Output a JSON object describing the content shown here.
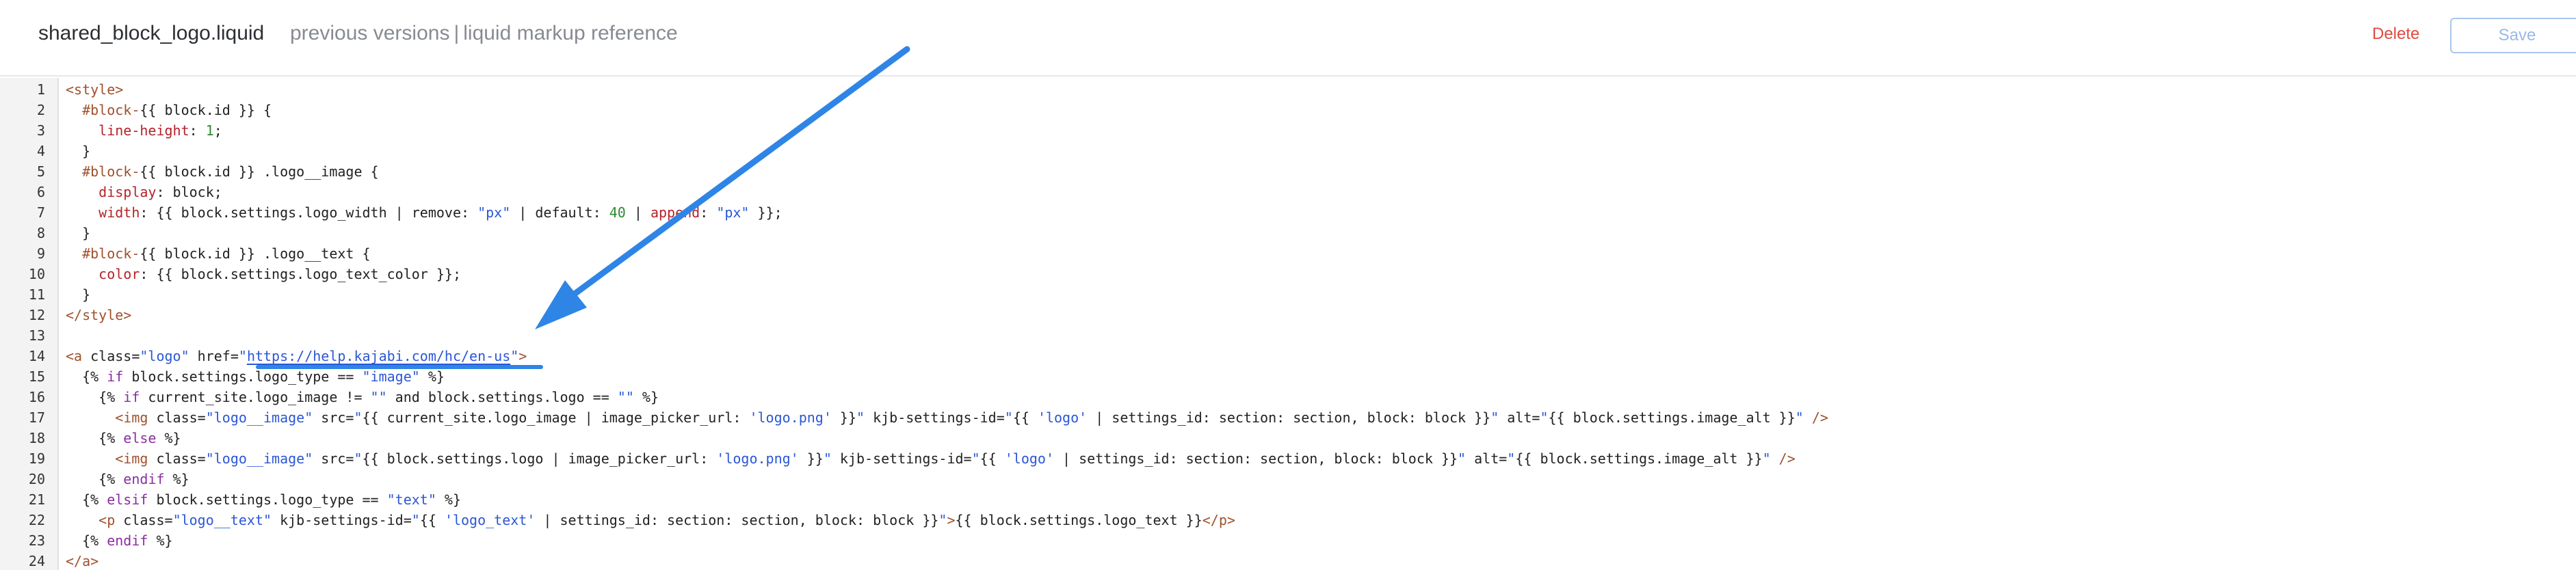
{
  "header": {
    "file_title": "shared_block_logo.liquid",
    "previous_versions": "previous versions",
    "separator": "|",
    "markup_reference": "liquid markup reference",
    "delete_label": "Delete",
    "save_label": "Save"
  },
  "lines": [
    {
      "n": "1",
      "parts": [
        [
          "tag",
          "<style>"
        ]
      ]
    },
    {
      "n": "2",
      "parts": [
        [
          "",
          "  "
        ],
        [
          "tag",
          "#block-"
        ],
        [
          "",
          "{{ block.id }} {"
        ]
      ]
    },
    {
      "n": "3",
      "parts": [
        [
          "",
          "    "
        ],
        [
          "prop",
          "line-height"
        ],
        [
          "",
          ": "
        ],
        [
          "num",
          "1"
        ],
        [
          "",
          ";"
        ]
      ]
    },
    {
      "n": "4",
      "parts": [
        [
          "",
          "  }"
        ]
      ]
    },
    {
      "n": "5",
      "parts": [
        [
          "",
          "  "
        ],
        [
          "tag",
          "#block-"
        ],
        [
          "",
          "{{ block.id }} .logo__image {"
        ]
      ]
    },
    {
      "n": "6",
      "parts": [
        [
          "",
          "    "
        ],
        [
          "prop",
          "display"
        ],
        [
          "",
          ": block;"
        ]
      ]
    },
    {
      "n": "7",
      "parts": [
        [
          "",
          "    "
        ],
        [
          "prop",
          "width"
        ],
        [
          "",
          ": {{ block.settings.logo_width | remove: "
        ],
        [
          "str",
          "\"px\""
        ],
        [
          "",
          " | default: "
        ],
        [
          "num",
          "40"
        ],
        [
          "",
          " | "
        ],
        [
          "prop",
          "append"
        ],
        [
          "",
          ": "
        ],
        [
          "str",
          "\"px\""
        ],
        [
          "",
          " }};"
        ]
      ]
    },
    {
      "n": "8",
      "parts": [
        [
          "",
          "  }"
        ]
      ]
    },
    {
      "n": "9",
      "parts": [
        [
          "",
          "  "
        ],
        [
          "tag",
          "#block-"
        ],
        [
          "",
          "{{ block.id }} .logo__text {"
        ]
      ]
    },
    {
      "n": "10",
      "parts": [
        [
          "",
          "    "
        ],
        [
          "prop",
          "color"
        ],
        [
          "",
          ": {{ block.settings.logo_text_color }};"
        ]
      ]
    },
    {
      "n": "11",
      "parts": [
        [
          "",
          "  }"
        ]
      ]
    },
    {
      "n": "12",
      "parts": [
        [
          "tag",
          "</style>"
        ]
      ]
    },
    {
      "n": "13",
      "parts": [
        [
          "",
          ""
        ]
      ]
    },
    {
      "n": "14",
      "parts": [
        [
          "tag",
          "<a"
        ],
        [
          "",
          " class="
        ],
        [
          "str",
          "\"logo\""
        ],
        [
          "",
          " href="
        ],
        [
          "str",
          "\""
        ],
        [
          "url",
          "https://help.kajabi.com/hc/en-us"
        ],
        [
          "str",
          "\""
        ],
        [
          "tag",
          ">"
        ]
      ]
    },
    {
      "n": "15",
      "parts": [
        [
          "",
          "  {% "
        ],
        [
          "kw",
          "if"
        ],
        [
          "",
          " block.settings.logo_type == "
        ],
        [
          "str",
          "\"image\""
        ],
        [
          "",
          " %}"
        ]
      ]
    },
    {
      "n": "16",
      "parts": [
        [
          "",
          "    {% "
        ],
        [
          "kw",
          "if"
        ],
        [
          "",
          " current_site.logo_image != "
        ],
        [
          "str",
          "\"\""
        ],
        [
          "",
          " and block.settings.logo == "
        ],
        [
          "str",
          "\"\""
        ],
        [
          "",
          " %}"
        ]
      ]
    },
    {
      "n": "17",
      "parts": [
        [
          "",
          "      "
        ],
        [
          "tag",
          "<img"
        ],
        [
          "",
          " class="
        ],
        [
          "str",
          "\"logo__image\""
        ],
        [
          "",
          " src="
        ],
        [
          "str",
          "\""
        ],
        [
          "",
          "{{ current_site.logo_image | image_picker_url: "
        ],
        [
          "str",
          "'logo.png'"
        ],
        [
          "",
          " }}"
        ],
        [
          "str",
          "\""
        ],
        [
          "",
          " kjb-settings-id="
        ],
        [
          "str",
          "\""
        ],
        [
          "",
          "{{ "
        ],
        [
          "str",
          "'logo'"
        ],
        [
          "",
          " | settings_id: section: section, block: block }}"
        ],
        [
          "str",
          "\""
        ],
        [
          "",
          " alt="
        ],
        [
          "str",
          "\""
        ],
        [
          "",
          "{{ block.settings.image_alt }}"
        ],
        [
          "str",
          "\""
        ],
        [
          "tag",
          " />"
        ]
      ]
    },
    {
      "n": "18",
      "parts": [
        [
          "",
          "    {% "
        ],
        [
          "kw",
          "else"
        ],
        [
          "",
          " %}"
        ]
      ]
    },
    {
      "n": "19",
      "parts": [
        [
          "",
          "      "
        ],
        [
          "tag",
          "<img"
        ],
        [
          "",
          " class="
        ],
        [
          "str",
          "\"logo__image\""
        ],
        [
          "",
          " src="
        ],
        [
          "str",
          "\""
        ],
        [
          "",
          "{{ block.settings.logo | image_picker_url: "
        ],
        [
          "str",
          "'logo.png'"
        ],
        [
          "",
          " }}"
        ],
        [
          "str",
          "\""
        ],
        [
          "",
          " kjb-settings-id="
        ],
        [
          "str",
          "\""
        ],
        [
          "",
          "{{ "
        ],
        [
          "str",
          "'logo'"
        ],
        [
          "",
          " | settings_id: section: section, block: block }}"
        ],
        [
          "str",
          "\""
        ],
        [
          "",
          " alt="
        ],
        [
          "str",
          "\""
        ],
        [
          "",
          "{{ block.settings.image_alt }}"
        ],
        [
          "str",
          "\""
        ],
        [
          "tag",
          " />"
        ]
      ]
    },
    {
      "n": "20",
      "parts": [
        [
          "",
          "    {% "
        ],
        [
          "kw",
          "endif"
        ],
        [
          "",
          " %}"
        ]
      ]
    },
    {
      "n": "21",
      "parts": [
        [
          "",
          "  {% "
        ],
        [
          "kw",
          "elsif"
        ],
        [
          "",
          " block.settings.logo_type == "
        ],
        [
          "str",
          "\"text\""
        ],
        [
          "",
          " %}"
        ]
      ]
    },
    {
      "n": "22",
      "parts": [
        [
          "",
          "    "
        ],
        [
          "tag",
          "<p"
        ],
        [
          "",
          " class="
        ],
        [
          "str",
          "\"logo__text\""
        ],
        [
          "",
          " kjb-settings-id="
        ],
        [
          "str",
          "\""
        ],
        [
          "",
          "{{ "
        ],
        [
          "str",
          "'logo_text'"
        ],
        [
          "",
          " | settings_id: section: section, block: block }}"
        ],
        [
          "str",
          "\""
        ],
        [
          "tag",
          ">"
        ],
        [
          "",
          "{{ block.settings.logo_text }}"
        ],
        [
          "tag",
          "</p>"
        ]
      ]
    },
    {
      "n": "23",
      "parts": [
        [
          "",
          "  {% "
        ],
        [
          "kw",
          "endif"
        ],
        [
          "",
          " %}"
        ]
      ]
    },
    {
      "n": "24",
      "parts": [
        [
          "tag",
          "</a>"
        ]
      ]
    }
  ],
  "colors": {
    "accent": "#2f85e6",
    "delete": "#e0493f",
    "save_border": "#a9c6ee"
  },
  "icons": {
    "annotation": "arrow-annotation-icon"
  }
}
